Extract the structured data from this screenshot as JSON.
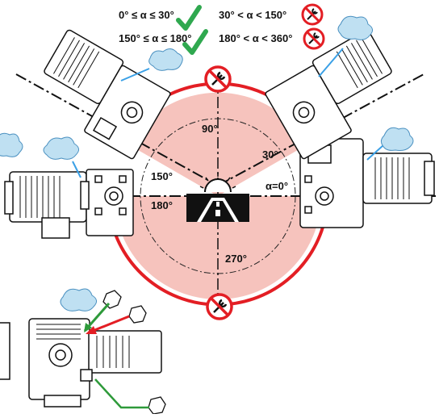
{
  "legend": {
    "allowed": [
      {
        "range": "0° ≤ α ≤ 30°",
        "status": "permitted",
        "icon": "check-icon"
      },
      {
        "range": "150° ≤ α ≤ 180°",
        "status": "permitted",
        "icon": "check-icon"
      }
    ],
    "forbidden": [
      {
        "range": "30° < α < 150°",
        "status": "not-permitted",
        "icon": "no-wrench-icon"
      },
      {
        "range": "180° < α < 360°",
        "status": "not-permitted",
        "icon": "no-wrench-icon"
      }
    ]
  },
  "angles": {
    "a0": "α=0°",
    "a30": "30°",
    "a90": "90°",
    "a150": "150°",
    "a180": "180°",
    "a270": "270°"
  },
  "colors": {
    "check": "#2fa84f",
    "forbidden": "#e31e24",
    "sector_fill": "#f6c3bd",
    "arc": "#e31e24",
    "pointer_green": "#2e9a3a",
    "pointer_blue": "#3aa0e6",
    "cloud": "#bfe0f2"
  }
}
